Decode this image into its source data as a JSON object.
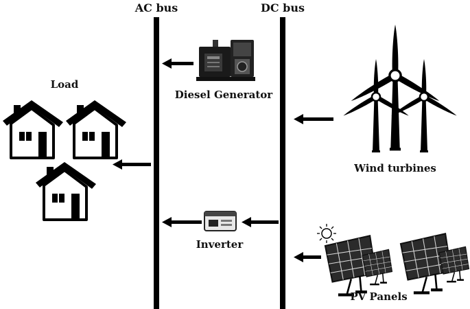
{
  "labels": {
    "ac_bus": "AC bus",
    "dc_bus": "DC bus",
    "load": "Load",
    "diesel_generator": "Diesel Generator",
    "wind_turbines": "Wind turbines",
    "inverter": "Inverter",
    "pv_panels": "PV Panels"
  },
  "icons": {
    "houses": "house-icon",
    "generator": "diesel-generator-icon",
    "turbines": "wind-turbine-icon",
    "inverter": "inverter-icon",
    "solar": "solar-panel-icon",
    "sun": "sun-icon"
  },
  "colors": {
    "ink": "#000000",
    "panel_fill": "#2b2b2b",
    "panel_grid": "#d8d8d8"
  }
}
